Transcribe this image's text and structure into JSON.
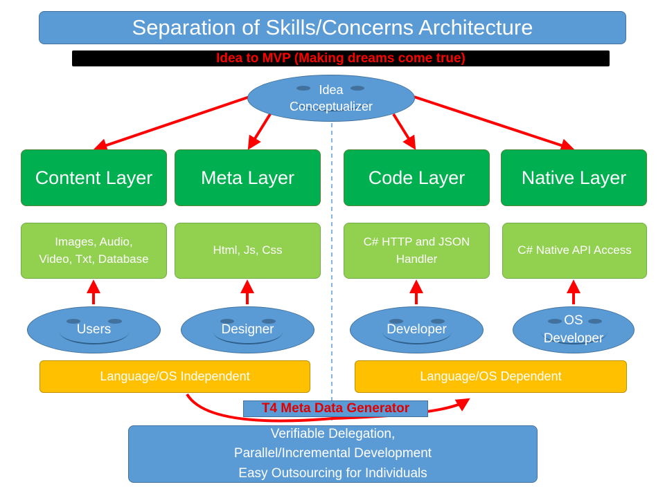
{
  "title": "Separation of Skills/Concerns Architecture",
  "subtitle": "Idea to MVP (Making dreams come true)",
  "root": {
    "line1": "Idea",
    "line2": "Conceptualizer"
  },
  "layers": [
    {
      "label": "Content Layer",
      "tech_line1": "Images, Audio,",
      "tech_line2": "Video, Txt, Database",
      "actor_line1": "Users",
      "actor_line2": ""
    },
    {
      "label": "Meta Layer",
      "tech_line1": "Html, Js, Css",
      "tech_line2": "",
      "actor_line1": "Designer",
      "actor_line2": ""
    },
    {
      "label": "Code Layer",
      "tech_line1": "C# HTTP and JSON",
      "tech_line2": "Handler",
      "actor_line1": "Developer",
      "actor_line2": ""
    },
    {
      "label": "Native Layer",
      "tech_line1": "C# Native API Access",
      "tech_line2": "",
      "actor_line1": "OS",
      "actor_line2": "Developer"
    }
  ],
  "independent": "Language/OS Independent",
  "dependent": "Language/OS Dependent",
  "generator": "T4 Meta Data Generator",
  "benefits": [
    "Verifiable Delegation,",
    "Parallel/Incremental Development",
    "Easy Outsourcing for Individuals"
  ],
  "colors": {
    "title_blue": "#5b9bd5",
    "layer_green": "#00b050",
    "tech_green": "#92d050",
    "lang_orange": "#ffc000",
    "arrow_red": "#ff0000",
    "banner_black": "#000000"
  }
}
